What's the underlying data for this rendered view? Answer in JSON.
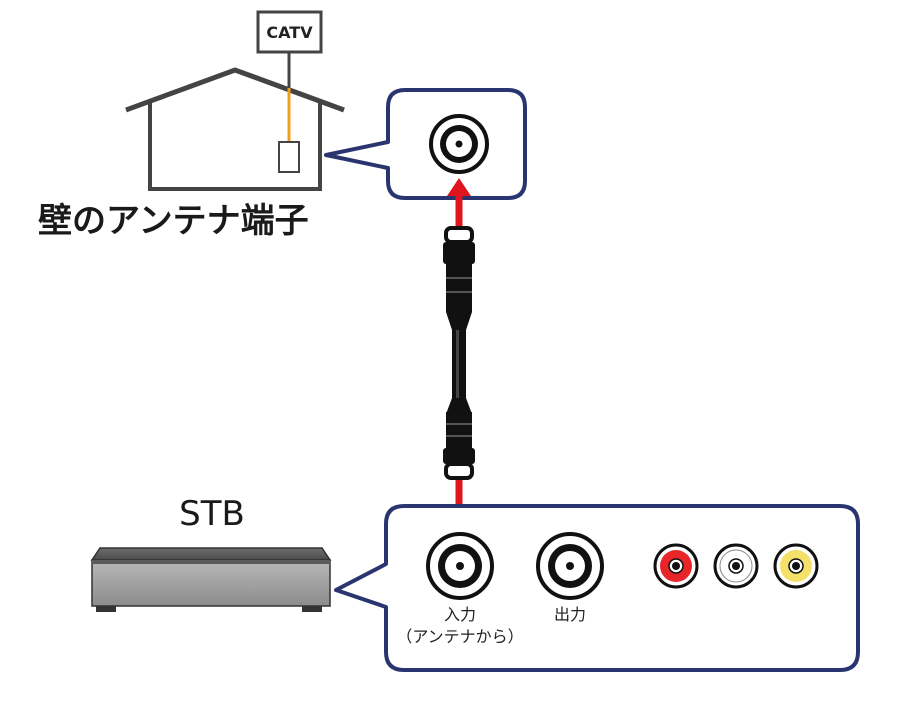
{
  "antenna": {
    "label": "CATV"
  },
  "wall": {
    "label": "壁のアンテナ端子"
  },
  "stb": {
    "label": "STB"
  },
  "panel": {
    "input_label": "入力",
    "input_sub_label": "（アンテナから）",
    "output_label": "出力"
  },
  "colors": {
    "panel_border": "#2a3570",
    "arrow": "#e0141e",
    "cable": "#141414",
    "wire": "#f0a020",
    "rca_red": "#e8262a",
    "rca_white": "#ffffff",
    "rca_yellow": "#f5e06a"
  }
}
